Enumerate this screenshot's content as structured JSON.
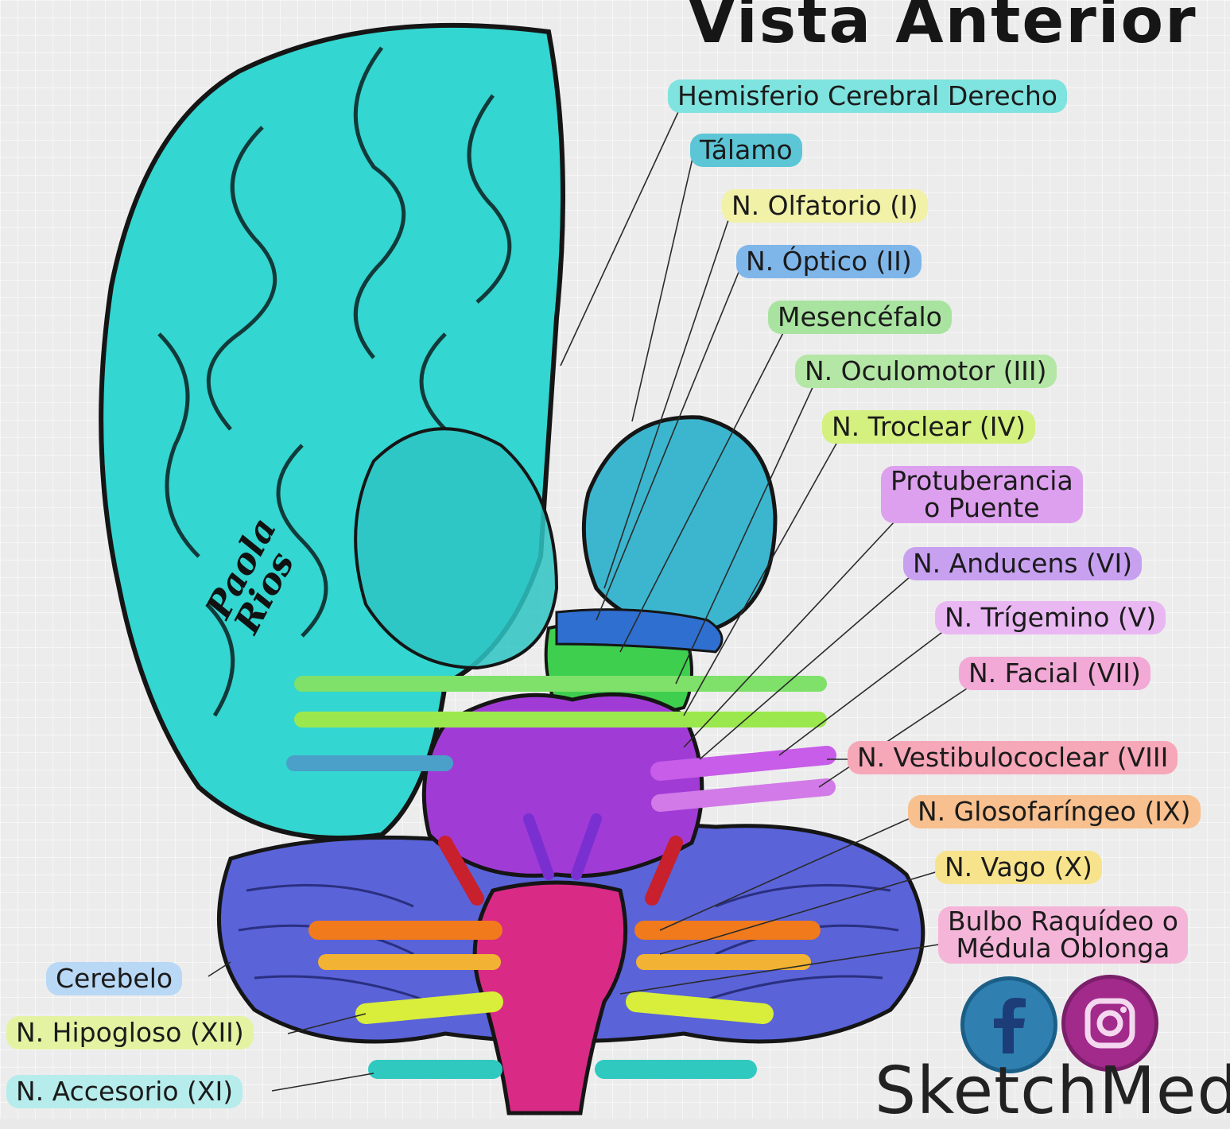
{
  "title": "Vista Anterior",
  "signature": "Paola Rios",
  "brand": "SketchMed",
  "social_icons": [
    "facebook-icon",
    "instagram-icon"
  ],
  "labels": {
    "hemisferio": "Hemisferio Cerebral Derecho",
    "talamo": "Tálamo",
    "olfatorio": "N. Olfatorio (I)",
    "optico": "N. Óptico (II)",
    "mesencefalo": "Mesencéfalo",
    "oculomotor": "N. Oculomotor (III)",
    "troclear": "N. Troclear (IV)",
    "protuberancia_1": "Protuberancia",
    "protuberancia_2": "o Puente",
    "anducens": "N. Anducens (VI)",
    "trigemino": "N. Trígemino (V)",
    "facial": "N. Facial (VII)",
    "vestibulococlear": "N. Vestibulococlear (VIII",
    "glosofaringeo": "N. Glosofaríngeo (IX)",
    "vago": "N. Vago (X)",
    "bulbo_1": "Bulbo Raquídeo o",
    "bulbo_2": "Médula Oblonga",
    "cerebelo": "Cerebelo",
    "hipogloso": "N. Hipogloso (XII)",
    "accesorio": "N. Accesorio (XI)"
  },
  "colors": {
    "hemisferio": "#7fe3df",
    "talamo": "#5cc6d6",
    "olfatorio": "#f1f1a8",
    "optico": "#7fb6ea",
    "mesencefalo": "#a9e3a0",
    "oculomotor": "#b4e6a6",
    "troclear": "#d4f07e",
    "protuberancia": "#dda0ee",
    "anducens": "#c8a0f0",
    "trigemino": "#e9b8f2",
    "facial": "#f2a9d6",
    "vestibulococlear": "#f6a7b8",
    "glosofaringeo": "#f7c08e",
    "vago": "#f7e38c",
    "bulbo": "#f5b5d8",
    "cerebelo": "#b9d8f6",
    "hipogloso": "#e4f3a2",
    "accesorio": "#b7ecec",
    "brain": "#33d6d0",
    "cerebellum": "#5a63d8",
    "pons": "#a13bd6",
    "medulla": "#d92a86"
  }
}
